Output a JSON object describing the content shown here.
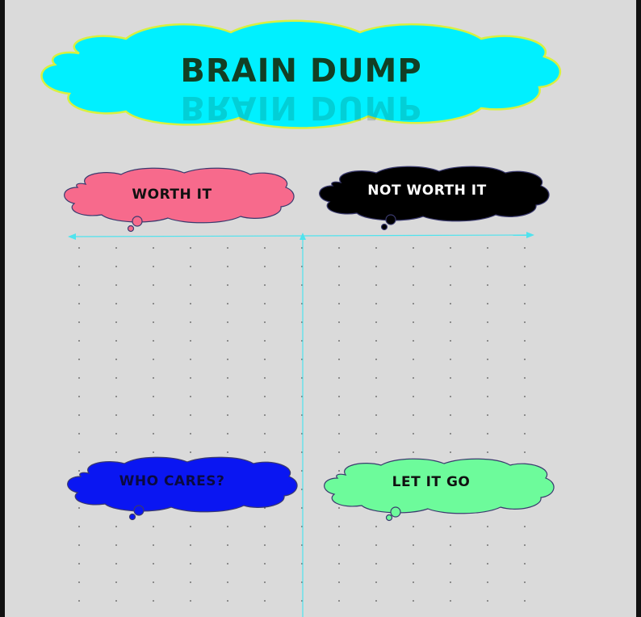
{
  "title": "BRAIN DUMP",
  "colors": {
    "title_cloud": "#00f0ff",
    "title_cloud_outline": "#d8f040",
    "title_text": "#123f24",
    "background": "#dadada",
    "guide_line": "#4fe3ee",
    "dot": "#555555"
  },
  "quadrants": [
    {
      "label": "WORTH IT",
      "fill": "#f76a8c",
      "text_color": "#111111"
    },
    {
      "label": "NOT WORTH IT",
      "fill": "#000000",
      "text_color": "#ffffff"
    },
    {
      "label": "WHO CARES?",
      "fill": "#0a16f2",
      "text_color": "#0a0a40"
    },
    {
      "label": "LET IT GO",
      "fill": "#6dfb9b",
      "text_color": "#111111"
    }
  ]
}
